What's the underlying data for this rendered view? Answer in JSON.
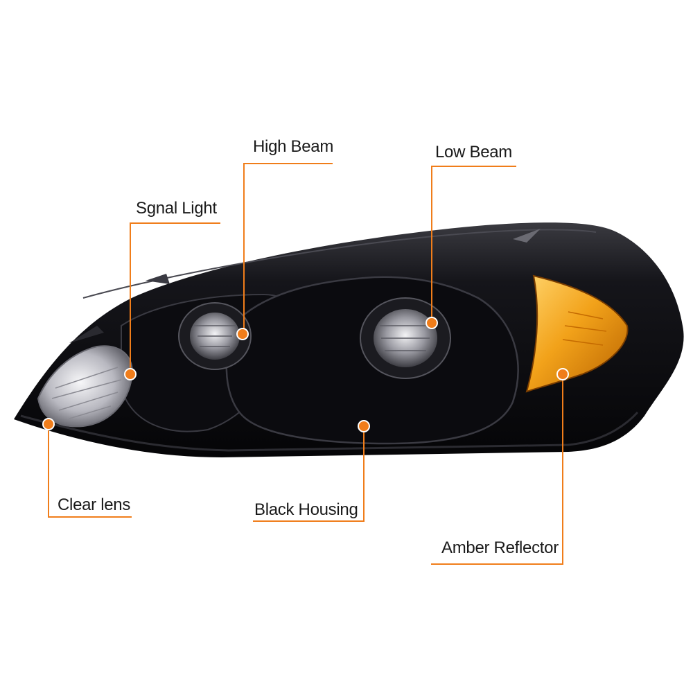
{
  "colors": {
    "accent": "#f07d1a",
    "housing": "#0a0a0c",
    "amber": "#f0a21c",
    "label_text": "#1a1a1a"
  },
  "callouts": {
    "signal_light": "Sgnal Light",
    "high_beam": "High Beam",
    "low_beam": "Low Beam",
    "clear_lens": "Clear lens",
    "black_housing": "Black Housing",
    "amber_reflector": "Amber Reflector"
  }
}
